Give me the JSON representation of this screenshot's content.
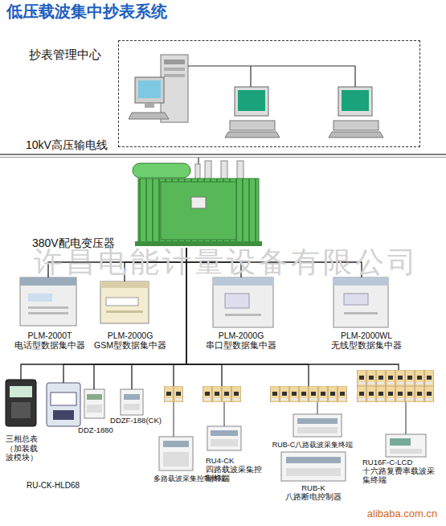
{
  "diagram": {
    "title": "低压载波集中抄表系统",
    "nodes": [
      {
        "text": [
          "抄表管理中心"
        ]
      },
      {
        "text": [
          "380V配电变压器"
        ]
      },
      {
        "text": [
          "PLM-2000T 电话型数据集中器"
        ]
      },
      {
        "text": [
          "PLM-2000G GSM型数据集中器"
        ]
      },
      {
        "text": [
          "PLM-2000G 串口型数据集中器"
        ]
      },
      {
        "text": [
          "PLM-2000WL 无线型数据集中器"
        ]
      },
      {
        "text": [
          "三相总表（加装载波模块）"
        ]
      },
      {
        "text": [
          "RU-CK-HLD68"
        ]
      },
      {
        "text": [
          "DDZ-1880"
        ]
      },
      {
        "text": [
          "DDZF-188(CK)"
        ]
      },
      {
        "text": [
          "多路载波采集控制终端"
        ]
      },
      {
        "text": [
          "RU4-CK 四路载波采集控制终端"
        ]
      },
      {
        "text": [
          "RUB-C八路载波采集终端"
        ]
      },
      {
        "text": [
          "RUB-K 八路断电控制器"
        ]
      },
      {
        "text": [
          "RU16F-C-LCD 十六路复费率载波采集终端"
        ]
      }
    ],
    "edges": [
      {
        "from": 1,
        "to": 2,
        "arrow": "none"
      },
      {
        "from": 1,
        "to": 3,
        "arrow": "none"
      },
      {
        "from": 1,
        "to": 4,
        "arrow": "none"
      },
      {
        "from": 1,
        "to": 5,
        "arrow": "none"
      },
      {
        "from": 1,
        "to": 6,
        "arrow": "none"
      },
      {
        "from": 1,
        "to": 7,
        "arrow": "none"
      },
      {
        "from": 1,
        "to": 8,
        "arrow": "none"
      },
      {
        "from": 1,
        "to": 9,
        "arrow": "none"
      },
      {
        "from": 1,
        "to": 10,
        "arrow": "none"
      },
      {
        "from": 1,
        "to": 11,
        "arrow": "none"
      },
      {
        "from": 1,
        "to": 12,
        "arrow": "none"
      },
      {
        "from": 1,
        "to": 14,
        "arrow": "none"
      }
    ],
    "labels": [
      "10kV高压输电线",
      "许昌电能计量设备有限公司",
      "alibaba.com.cn"
    ]
  }
}
